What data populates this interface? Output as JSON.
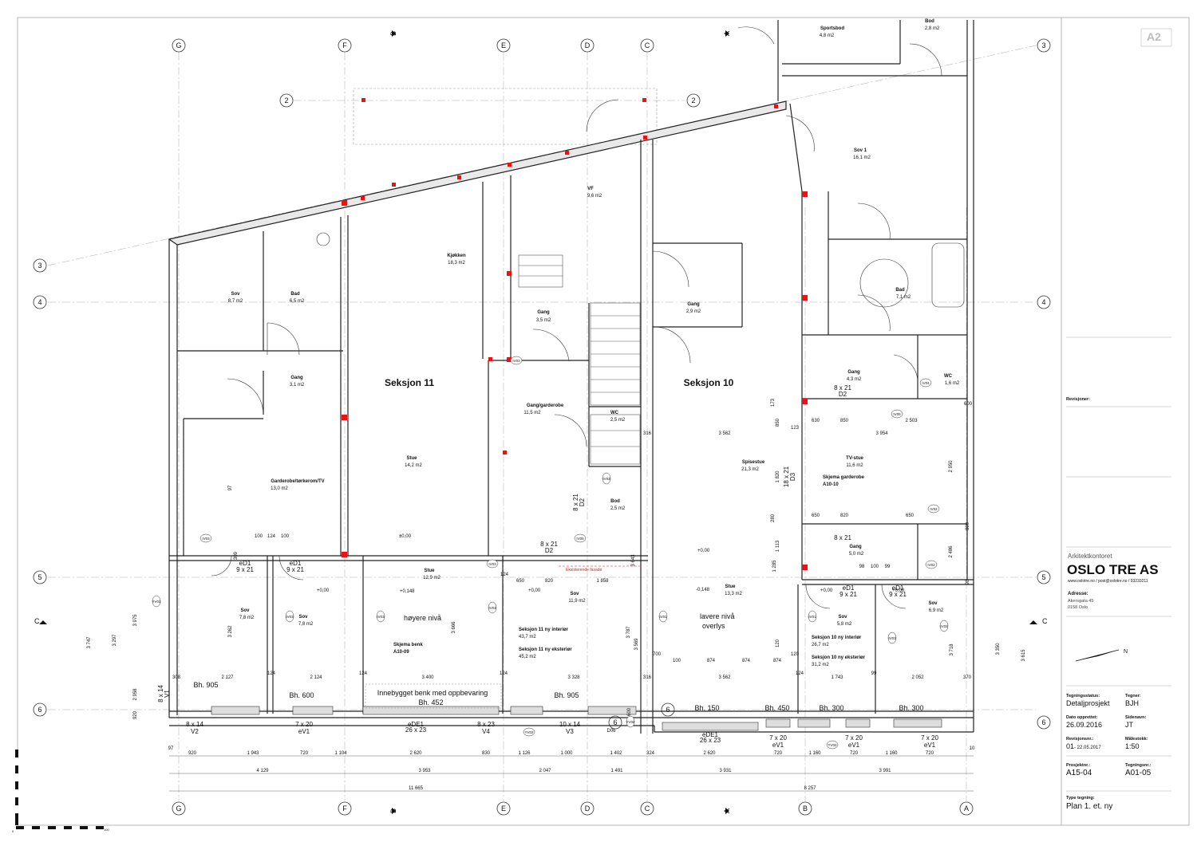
{
  "sheet": {
    "size_badge": "A2"
  },
  "grid": {
    "columns": [
      "G",
      "F",
      "E",
      "D",
      "C",
      "B",
      "A"
    ],
    "rows": [
      "2",
      "3",
      "4",
      "5",
      "6"
    ]
  },
  "sections": {
    "s11": "Seksjon 11",
    "s10": "Seksjon 10"
  },
  "rooms": [
    {
      "name": "Sov",
      "area": "8,7 m2"
    },
    {
      "name": "Bad",
      "area": "6,5 m2"
    },
    {
      "name": "Kjøkken",
      "area": "18,3 m2"
    },
    {
      "name": "VF",
      "area": "9,6 m2"
    },
    {
      "name": "Gang",
      "area": "3,5 m2"
    },
    {
      "name": "Gang",
      "area": "3,1 m2"
    },
    {
      "name": "Gang/garderobe",
      "area": "11,5 m2"
    },
    {
      "name": "WC",
      "area": "2,5 m2"
    },
    {
      "name": "Stue",
      "area": "14,2 m2"
    },
    {
      "name": "Garderobe/tørkerom/TV",
      "area": "13,0 m2"
    },
    {
      "name": "Bod",
      "area": "2,5 m2"
    },
    {
      "name": "Gang",
      "area": "2,9 m2"
    },
    {
      "name": "Spisestue",
      "area": "21,3 m2"
    },
    {
      "name": "Sportsbod",
      "area": "4,8 m2"
    },
    {
      "name": "Bod",
      "area": "2,8 m2"
    },
    {
      "name": "Sov 1",
      "area": "16,1 m2"
    },
    {
      "name": "Bad",
      "area": "7,1 m2"
    },
    {
      "name": "Gang",
      "area": "4,3 m2"
    },
    {
      "name": "WC",
      "area": "1,6 m2"
    },
    {
      "name": "TV-stue",
      "area": "11,6 m2"
    },
    {
      "name": "Gang",
      "area": "5,0 m2"
    },
    {
      "name": "Stue",
      "area": "12,9 m2"
    },
    {
      "name": "Sov",
      "area": "7,8 m2"
    },
    {
      "name": "Sov",
      "area": "7,8 m2"
    },
    {
      "name": "Sov",
      "area": "11,9 m2"
    },
    {
      "name": "Stue",
      "area": "13,3 m2"
    },
    {
      "name": "Sov",
      "area": "5,8 m2"
    },
    {
      "name": "Sov",
      "area": "6,9 m2"
    }
  ],
  "notes": {
    "hoyere": "høyere nivå",
    "lavere1": "lavere nivå",
    "lavere2": "overlys",
    "bench": "Innebygget benk med oppbevaring",
    "skjema_benk": "Skjema benk",
    "skjema_benk_ref": "A10-09",
    "skjema_gard": "Skjema garderobe",
    "skjema_gard_ref": "A10-10",
    "s11_int": "Seksjon 11 ny interiør",
    "s11_int_area": "43,7 m2",
    "s11_ext": "Seksjon 11 ny eksteriør",
    "s11_ext_area": "45,2 m2",
    "s10_int": "Seksjon 10 ny interiør",
    "s10_int_area": "26,7 m2",
    "s10_ext": "Seksjon 10 ny eksteriør",
    "s10_ext_area": "31,2 m2",
    "facade": "Eksisterende fasade"
  },
  "levels": [
    "±0,00",
    "+0,00",
    "+0,148",
    "+0,00",
    "+0,00",
    "-0,148",
    "+0,00",
    "+0,00"
  ],
  "bh": [
    "Bh. 905",
    "Bh. 600",
    "Bh. 452",
    "Bh. 905",
    "Bh. 150",
    "Bh. 450",
    "Bh. 300",
    "Bh. 300"
  ],
  "openings": [
    "eD1",
    "9 x 21",
    "eD1",
    "9 x 21",
    "8 x 21",
    "D2",
    "8 x 21",
    "D2",
    "8 x 21",
    "D2",
    "18 x 21",
    "D3",
    "8 x 21",
    "eD1",
    "9 x 21",
    "eD1",
    "9 x 21"
  ],
  "windows": [
    "8 x 14",
    "V2",
    "7 x 20",
    "eV1",
    "eDE1",
    "26 x 23",
    "8 x 23",
    "V4",
    "10 x 14",
    "V3",
    "D06",
    "eDE1",
    "26 x 23",
    "7 x 20",
    "eV1",
    "7 x 20",
    "eV1",
    "7 x 20",
    "eV1",
    "8 x 14",
    "V1"
  ],
  "tags": [
    "IV03",
    "IV03",
    "IV03",
    "IV01",
    "IV03",
    "IV03",
    "IV03",
    "IV03",
    "IV05",
    "YV02",
    "IV04",
    "IV05",
    "IV02",
    "IV02",
    "IV01",
    "IV03",
    "IV02",
    "YV01",
    "YV02",
    "YV02"
  ],
  "dims": {
    "row_a": [
      "97",
      "920",
      "1 943",
      "720",
      "1 104",
      "2 620",
      "830",
      "1 126",
      "1 000",
      "1 402",
      "324",
      "2 620",
      "720",
      "1 160",
      "720",
      "1 160",
      "720",
      "10"
    ],
    "row_b": [
      "4 129",
      "3 953",
      "2 047",
      "1 491",
      "3 931",
      "3 991"
    ],
    "row_c": [
      "11 665",
      "8 257"
    ],
    "mid": [
      "2 127",
      "124",
      "2 124",
      "124",
      "3 400",
      "124",
      "3 328",
      "316",
      "3 562",
      "124",
      "1 743",
      "99",
      "2 052",
      "370",
      "308"
    ],
    "other": [
      "100",
      "124",
      "100",
      "124",
      "650",
      "820",
      "1 858",
      "650",
      "820",
      "2 503",
      "630",
      "3 954",
      "3 562",
      "316",
      "173",
      "850",
      "123",
      "1 820",
      "2 950",
      "280",
      "1 113",
      "650",
      "800",
      "2 486",
      "98",
      "1 285",
      "98",
      "100",
      "99",
      "100",
      "874",
      "874",
      "874",
      "700",
      "120",
      "120",
      "3 718",
      "3 350",
      "3 615",
      "3 747",
      "3 297",
      "3 975",
      "2 958",
      "920",
      "97",
      "3 262",
      "3 666",
      "3 787",
      "3 569",
      "3 643",
      "173",
      "49",
      "309",
      "600"
    ]
  },
  "section_marks": [
    "B",
    "B",
    "A",
    "A",
    "C",
    "C"
  ],
  "compass": "N",
  "title_block": {
    "revisions_label": "Revisjoner:",
    "firm_label": "Arkitektkontoret",
    "firm": "OSLO TRE AS",
    "contact": "www.oslotre.no / post@oslotre.no / 93233211",
    "address_label": "Adresse:",
    "address1": "Akersgata 45",
    "address2": "0158 Oslo",
    "status_label": "Tegningsstatus:",
    "status": "Detaljprosjekt",
    "drawer_label": "Tegner:",
    "drawer": "BJH",
    "date_label": "Dato opprettet:",
    "date": "26.09.2016",
    "sheetname_label": "Sidenavn:",
    "sheetname": "JT",
    "rev_label": "Revisjonsnr.:",
    "rev": "01",
    "rev_date": "- 22.05.2017",
    "scale_label": "Målestokk:",
    "scale": "1:50",
    "project_label": "Prosjektnr.:",
    "project": "A15-04",
    "drawing_label": "Tegningsnr.:",
    "drawing": "A01-05",
    "type_label": "Type tegning:",
    "type": "Plan 1. et. ny"
  },
  "scale_bar": {
    "start": "0",
    "end": "100"
  }
}
